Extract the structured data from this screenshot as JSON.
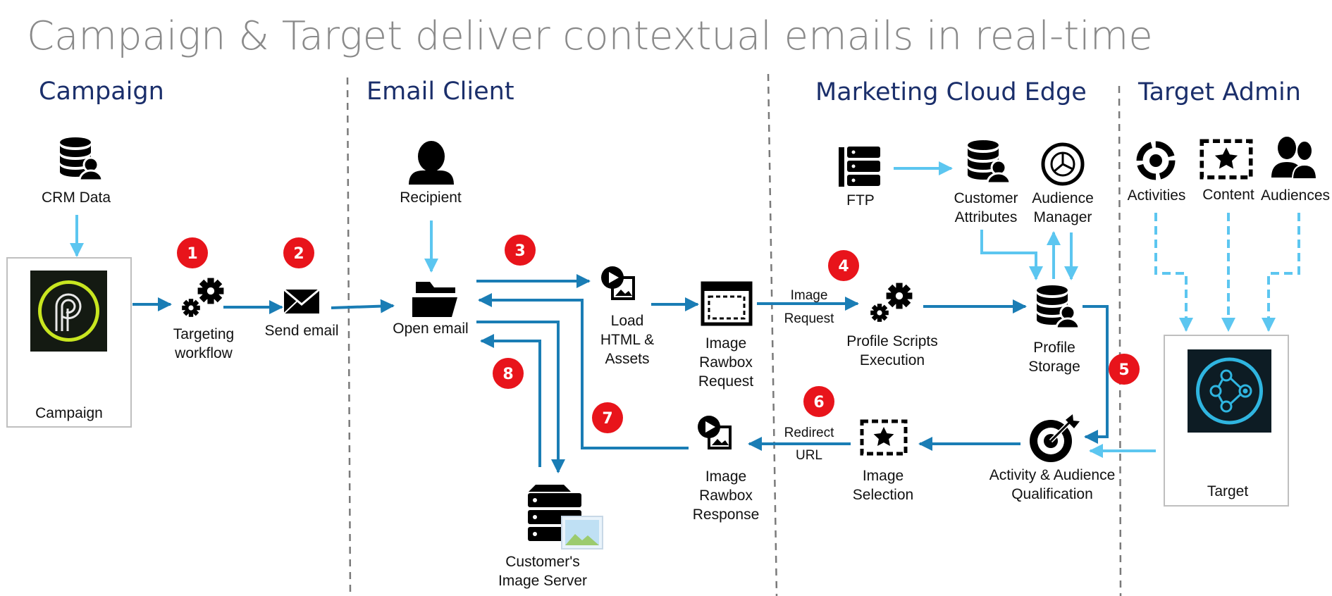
{
  "title": "Campaign & Target deliver contextual emails in real-time",
  "sections": {
    "campaign": "Campaign",
    "email_client": "Email Client",
    "marketing_cloud_edge": "Marketing Cloud Edge",
    "target_admin": "Target Admin"
  },
  "nodes": {
    "crm_data": "CRM Data",
    "campaign_app": "Campaign",
    "targeting_workflow": [
      "Targeting",
      "workflow"
    ],
    "send_email": "Send email",
    "recipient": "Recipient",
    "open_email": "Open email",
    "load_html": [
      "Load",
      "HTML &",
      "Assets"
    ],
    "image_rawbox_request": [
      "Image",
      "Rawbox",
      "Request"
    ],
    "image_request": [
      "Image",
      "Request"
    ],
    "profile_scripts": [
      "Profile Scripts",
      "Execution"
    ],
    "ftp": "FTP",
    "customer_attributes": [
      "Customer",
      "Attributes"
    ],
    "audience_manager": [
      "Audience",
      "Manager"
    ],
    "profile_storage": [
      "Profile",
      "Storage"
    ],
    "activities": "Activities",
    "content": "Content",
    "audiences": "Audiences",
    "target_app": "Target",
    "activity_qualification": [
      "Activity & Audience",
      "Qualification"
    ],
    "image_selection": [
      "Image",
      "Selection"
    ],
    "redirect_url": [
      "Redirect",
      "URL"
    ],
    "image_rawbox_response": [
      "Image",
      "Rawbox",
      "Response"
    ],
    "customers_image_server": [
      "Customer's",
      "Image Server"
    ]
  },
  "steps": [
    "1",
    "2",
    "3",
    "4",
    "5",
    "6",
    "7",
    "8"
  ],
  "colors": {
    "title": "#8a8a8a",
    "section_heading": "#1b2f6b",
    "arrow_dark": "#1a7db5",
    "arrow_light": "#5cc6f0",
    "badge": "#e8141b",
    "divider": "#7a7a7a",
    "campaign_logo_ring": "#c8e620",
    "target_logo_ring": "#2fb5e0"
  },
  "icons": {
    "crm_data": "database-user-icon",
    "targeting_workflow": "gears-icon",
    "send_email": "envelope-icon",
    "recipient": "person-icon",
    "open_email": "open-folder-icon",
    "load_html": "image-play-icon",
    "image_rawbox_request": "browser-window-icon",
    "profile_scripts": "gears-icon",
    "ftp": "server-rack-icon",
    "customer_attributes": "database-user-icon",
    "audience_manager": "pie-chart-icon",
    "profile_storage": "database-user-icon",
    "activities": "target-circle-icon",
    "content": "star-frame-icon",
    "audiences": "people-icon",
    "activity_qualification": "dart-target-icon",
    "image_selection": "star-frame-icon",
    "image_rawbox_response": "image-play-icon",
    "customers_image_server": "server-image-icon"
  }
}
